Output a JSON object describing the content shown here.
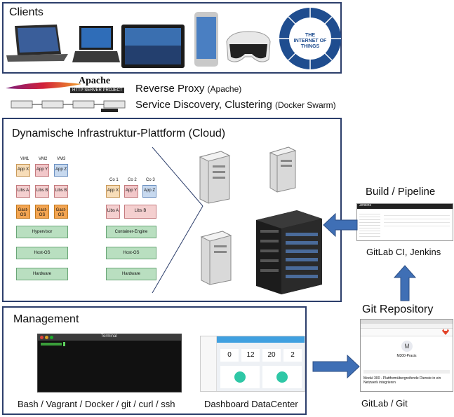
{
  "clients": {
    "title": "Clients",
    "iot_text": "THE INTERNET OF THINGS"
  },
  "proxy": {
    "apache_name": "Apache",
    "apache_sub": "HTTP SERVER PROJECT",
    "line1_main": "Reverse Proxy",
    "line1_paren": "(Apache)",
    "line2_main": "Service Discovery, Clustering",
    "line2_paren": "(Docker Swarm)"
  },
  "cloud": {
    "title": "Dynamische Infrastruktur-Plattform (Cloud)",
    "vm_labels": [
      "VM1",
      "VM2",
      "VM3"
    ],
    "vm_apps": [
      "App X",
      "App Y",
      "App Z"
    ],
    "vm_libs": [
      "Libs A",
      "Libs B",
      "Libs B"
    ],
    "vm_guests": [
      "Gast-OS",
      "Gast-OS",
      "Gast-OS"
    ],
    "vm_layers": [
      "Hypervisor",
      "Host-OS",
      "Hardware"
    ],
    "co_labels": [
      "Co 1",
      "Co 2",
      "Co 3"
    ],
    "co_apps": [
      "App X",
      "App Y",
      "App Z"
    ],
    "co_libs": [
      "Libs A",
      "Libs B"
    ],
    "co_layers": [
      "Container-Engine",
      "Host-OS",
      "Hardware"
    ]
  },
  "build": {
    "title": "Build / Pipeline",
    "caption": "GitLab CI, Jenkins",
    "app_name": "Jenkins"
  },
  "git": {
    "title": "Git Repository",
    "caption": "GitLab / Git",
    "repo_name": "M300-Praxis",
    "repo_title": "Modul 300 - Plattformübergreifende Dienste in ein Netzwerk integrieren"
  },
  "management": {
    "title": "Management",
    "terminal_title": "Terminal",
    "terminal_caption": "Bash / Vagrant / Docker / git / curl / ssh",
    "dashboard_caption": "Dashboard DataCenter",
    "dashboard_values": [
      "0",
      "12",
      "20",
      "2"
    ]
  },
  "colors": {
    "panel_border": "#2c3e6b",
    "arrow": "#3f6fb5"
  }
}
